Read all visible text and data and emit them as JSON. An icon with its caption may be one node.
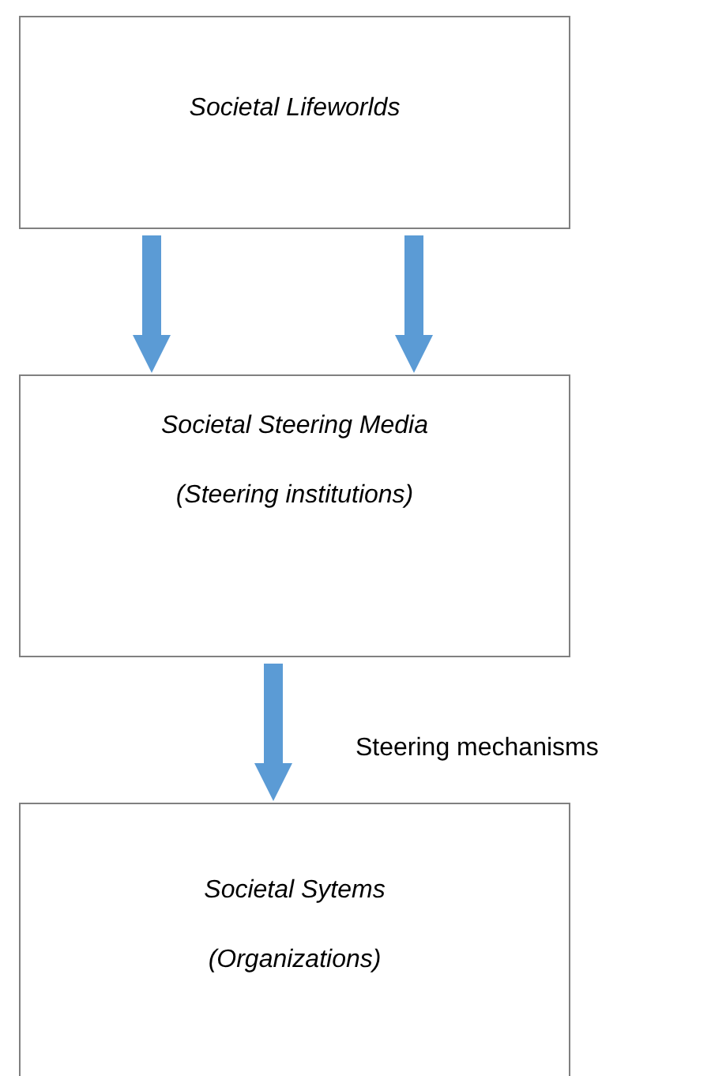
{
  "diagram": {
    "nodes": [
      {
        "text": [
          "Societal Lifeworlds"
        ]
      },
      {
        "text": [
          "Societal Steering Media",
          "(Steering institutions)"
        ]
      },
      {
        "text": [
          "Societal Sytems",
          "(Organizations)"
        ]
      }
    ],
    "edges": [
      {
        "from": 0,
        "to": 1,
        "arrow": "to"
      },
      {
        "from": 0,
        "to": 1,
        "arrow": "to"
      },
      {
        "from": 1,
        "to": 2,
        "arrow": "to",
        "label": "Steering mechanisms"
      }
    ]
  }
}
